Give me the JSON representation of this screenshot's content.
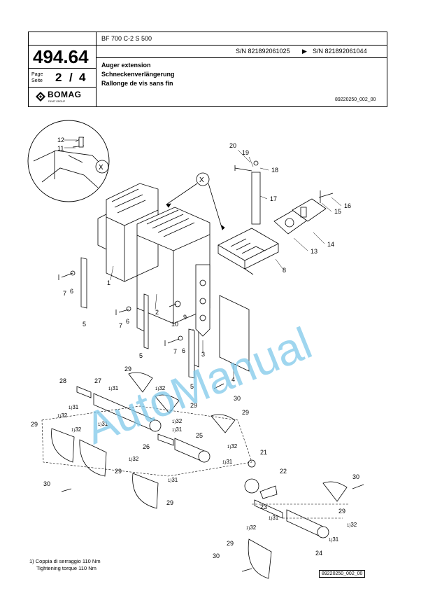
{
  "header": {
    "page_number": "494.64",
    "model": "BF 700 C-2 S 500",
    "serial_range": {
      "from": "S/N 821892061025",
      "arrow": "▶",
      "to": "S/N 821892061044"
    },
    "page_label_line1": "Page",
    "page_label_line2": "Seite",
    "page_current": "2",
    "page_sep": "/",
    "page_total": "4",
    "titles": [
      "Auger extension",
      "Schneckenverlängerung",
      "Rallonge de vis sans fin"
    ],
    "doc_code": "89220250_002_00",
    "brand": "BOMAG",
    "brand_sub": "FAYAT GROUP"
  },
  "diagram": {
    "watermark": "AutoManual",
    "detail_label": "X",
    "part_labels": [
      "1",
      "2",
      "3",
      "4",
      "5",
      "6",
      "7",
      "8",
      "9",
      "10",
      "11",
      "12",
      "13",
      "14",
      "15",
      "16",
      "17",
      "18",
      "19",
      "20",
      "21",
      "22",
      "23",
      "24",
      "25",
      "26",
      "27",
      "28",
      "29",
      "30",
      "31",
      "32"
    ],
    "torque_marker": "1)",
    "box_code": "89220250_002_00"
  },
  "footnote": {
    "line1": "1) Coppia di serraggio 110 Nm",
    "line2": "Tightening torque 110 Nm"
  },
  "colors": {
    "watermark": "#7fc8ea",
    "line": "#000000"
  }
}
